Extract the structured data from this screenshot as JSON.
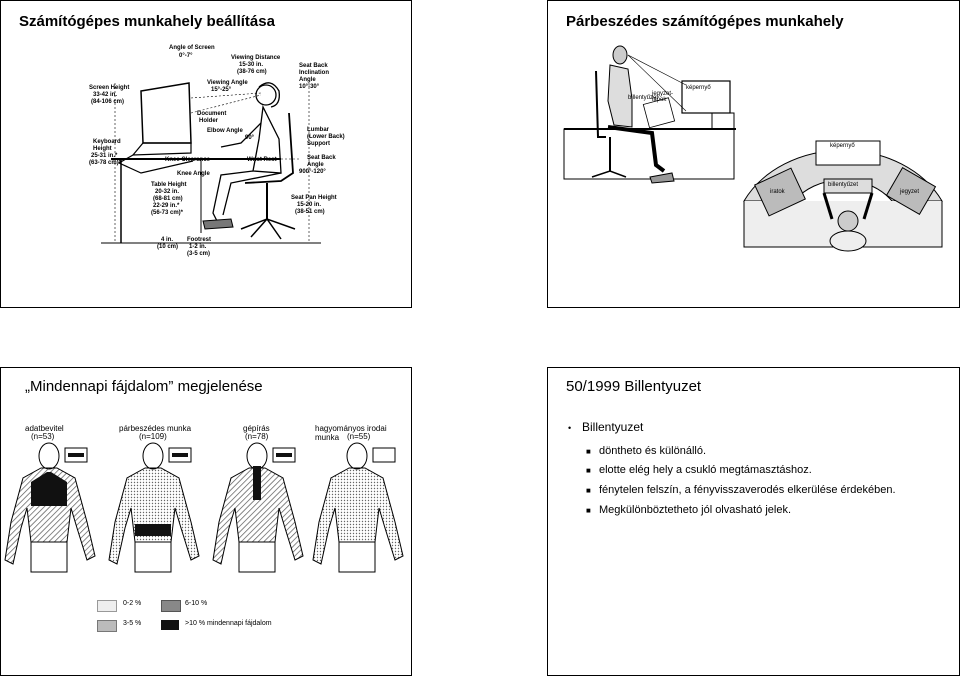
{
  "slides": [
    {
      "title": "Számítógépes munkahely beállítása",
      "labels": {
        "angle_of_screen": "Angle of Screen",
        "angle_of_screen_val": "0°-7°",
        "viewing_distance": "Viewing Distance",
        "viewing_distance_val1": "15-30 in.",
        "viewing_distance_val2": "(38-76 cm)",
        "seat_back_incl": "Seat Back",
        "seat_back_incl2": "Inclination",
        "seat_back_incl3": "Angle",
        "seat_back_incl_val": "10°-30°",
        "screen_height": "Screen Height",
        "screen_height_val1": "33-42 in.",
        "screen_height_val2": "(84-106 cm)",
        "viewing_angle": "Viewing Angle",
        "viewing_angle_val": "15°-25°",
        "document_holder": "Document",
        "document_holder2": "Holder",
        "elbow_angle": "Elbow Angle",
        "elbow_angle_val": "90°",
        "lumbar": "Lumbar",
        "lumbar2": "(Lower Back)",
        "lumbar3": "Support",
        "keyboard_height": "Keyboard",
        "keyboard_height2": "Height",
        "keyboard_height_val1": "25-31 in.*",
        "keyboard_height_val2": "(63-78 cm)*",
        "knee_clearance": "Knee Clearance",
        "wrist_rest": "Wrist Rest",
        "seat_back_angle": "Seat Back",
        "seat_back_angle2": "Angle",
        "seat_back_angle_val": "900°-120°",
        "knee_angle": "Knee Angle",
        "table_height": "Table Height",
        "table_height_val1": "20-32 in.",
        "table_height_val2": "(68-81 cm)",
        "table_height_val3": "22-29 in.*",
        "table_height_val4": "(56-73 cm)*",
        "seat_pan": "Seat Pan Height",
        "seat_pan_val1": "15-20 in.",
        "seat_pan_val2": "(38-51 cm)",
        "floor_clear": "4 in.",
        "floor_clear2": "(10 cm)",
        "footrest": "Footrest",
        "footrest_val1": "1-2 in.",
        "footrest_val2": "(3-5 cm)"
      }
    },
    {
      "title": "Párbeszédes számítógépes munkahely",
      "labels": {
        "kepernyo": "képernyő",
        "billentyuzet_top": "billentyűzet",
        "jegyzetlap": "jegyzet-lapok",
        "kepernyo2": "képernyő",
        "billentyuzet": "billentyűzet",
        "iratok": "iratok",
        "jegyzet": "jegyzet"
      }
    },
    {
      "title": "„Mindennapi fájdalom” megjelenése",
      "groups": [
        {
          "name": "adatbevitel",
          "n": "(n=53)"
        },
        {
          "name": "párbeszédes munka",
          "n": "(n=109)"
        },
        {
          "name": "gépírás",
          "n": "(n=78)"
        },
        {
          "name": "hagyományos irodai munka",
          "n": "(n=55)"
        }
      ],
      "legend": [
        {
          "label": "0-2 %"
        },
        {
          "label": "6-10 %"
        },
        {
          "label": "3-5 %"
        },
        {
          "label": ">10 % mindennapi fájdalom"
        }
      ]
    },
    {
      "title": "50/1999 Billentyuzet",
      "bullet": "Billentyuzet",
      "subs": [
        "döntheto és különálló.",
        "elotte elég hely a csukló megtámasztáshoz.",
        "fénytelen felszín, a fényvisszaverodés elkerülése érdekében.",
        "Megkülönböztetheto jól olvasható jelek."
      ]
    }
  ]
}
